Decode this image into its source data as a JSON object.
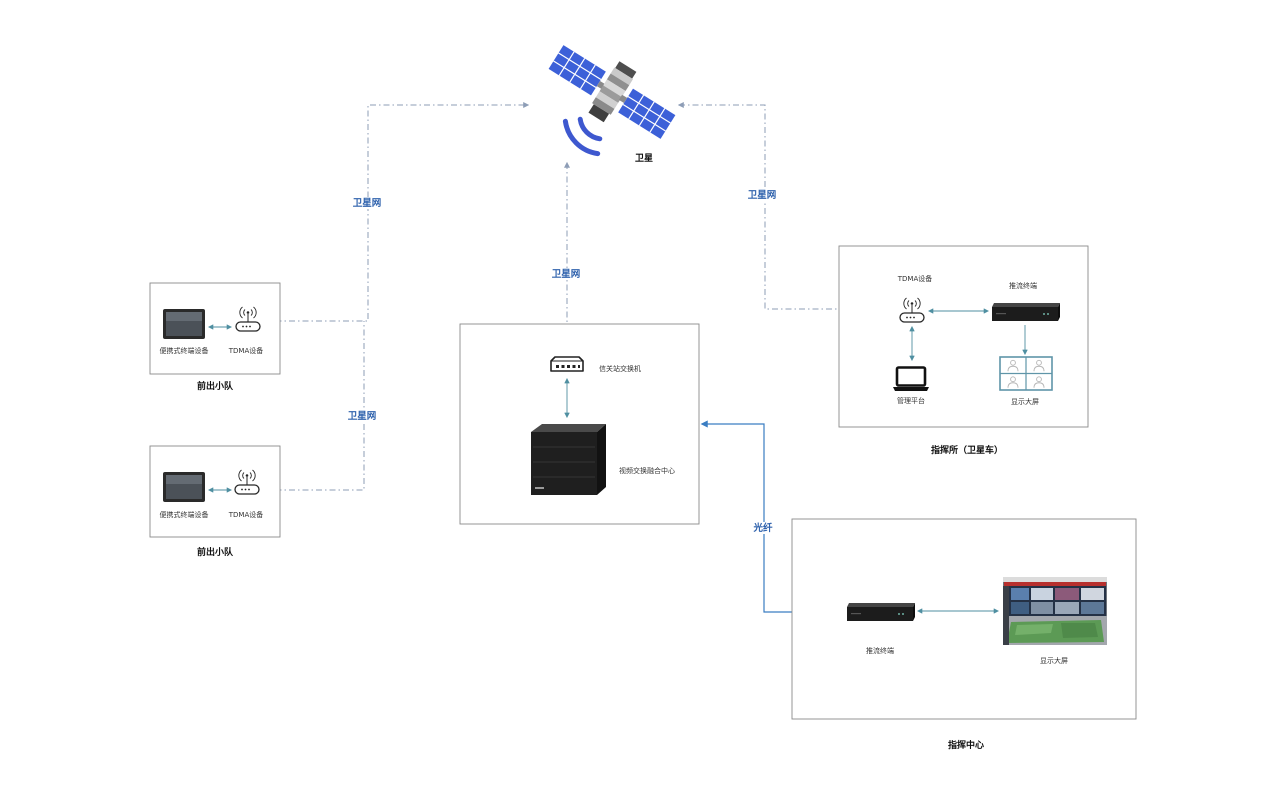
{
  "satellite": {
    "label": "卫星",
    "icon": "satellite-icon"
  },
  "links": {
    "team_1_satellite": "卫星网",
    "team_2_satellite": "卫星网",
    "gateway_satellite": "卫星网",
    "command_post_satellite": "卫星网",
    "gateway_command_center": "光纤"
  },
  "teams": [
    {
      "caption": "前出小队",
      "terminal": {
        "label": "便携式终端设备",
        "icon": "tablet-icon"
      },
      "tdma": {
        "label": "TDMA设备",
        "icon": "wireless-router-icon"
      }
    },
    {
      "caption": "前出小队",
      "terminal": {
        "label": "便携式终端设备",
        "icon": "tablet-icon"
      },
      "tdma": {
        "label": "TDMA设备",
        "icon": "wireless-router-icon"
      }
    }
  ],
  "gateway": {
    "switch": {
      "label": "信关站交换机",
      "icon": "network-switch-icon"
    },
    "fusion_center": {
      "label": "视频交换融合中心",
      "icon": "rack-server-icon"
    }
  },
  "command_post": {
    "caption": "指挥所（卫星车）",
    "tdma": {
      "label": "TDMA设备",
      "icon": "wireless-router-icon"
    },
    "streamer": {
      "label": "推流终端",
      "icon": "streaming-device-icon"
    },
    "management": {
      "label": "管理平台",
      "icon": "laptop-icon"
    },
    "display": {
      "label": "显示大屏",
      "icon": "video-wall-icon"
    }
  },
  "command_center": {
    "caption": "指挥中心",
    "streamer": {
      "label": "推流终端",
      "icon": "streaming-device-icon"
    },
    "display": {
      "label": "显示大屏",
      "icon": "control-room-photo"
    }
  },
  "colors": {
    "satellite_link": "#8d9db6",
    "link_label": "#2f62ad",
    "fiber": "#3a7dc2",
    "device_arrow": "#4f8fa1",
    "box_border": "#8a8a8a",
    "solar_panel": "#3c60d8",
    "signal": "#3e58cf"
  }
}
